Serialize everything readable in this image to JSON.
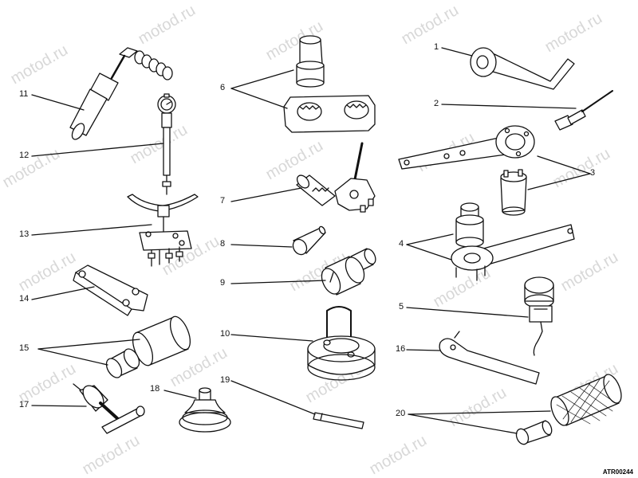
{
  "watermark": "motod.ru",
  "drawing_code": "ATR00244",
  "callouts": {
    "c1": "1",
    "c2": "2",
    "c3": "3",
    "c4": "4",
    "c5": "5",
    "c6": "6",
    "c7": "7",
    "c8": "8",
    "c9": "9",
    "c10": "10",
    "c11": "11",
    "c12": "12",
    "c13": "13",
    "c14": "14",
    "c15": "15",
    "c16": "16",
    "c17": "17",
    "c18": "18",
    "c19": "19",
    "c20": "20"
  }
}
